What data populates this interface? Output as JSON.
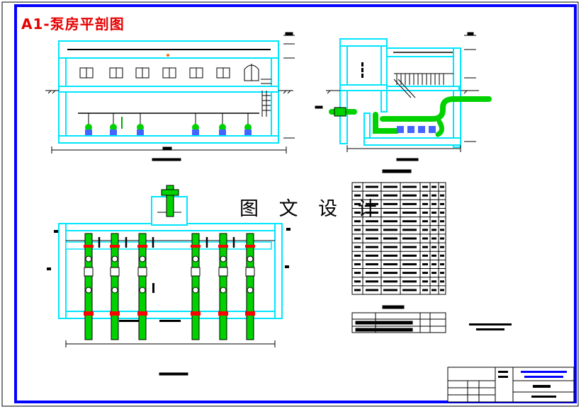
{
  "title": "A1-泵房平剖图",
  "watermark": "图 文 设 计",
  "colors": {
    "frame": "#0000ff",
    "wall": "#00e5ff",
    "pipe": "#00d200",
    "pipe_dark": "#00aa00",
    "line": "#000000",
    "accent": "#ff0000",
    "title_block_text": "#0000ff"
  },
  "components": [
    "pump-house-section-1",
    "pump-house-section-2",
    "pump-house-plan",
    "equipment-table",
    "notes-table",
    "notes",
    "title-block"
  ]
}
